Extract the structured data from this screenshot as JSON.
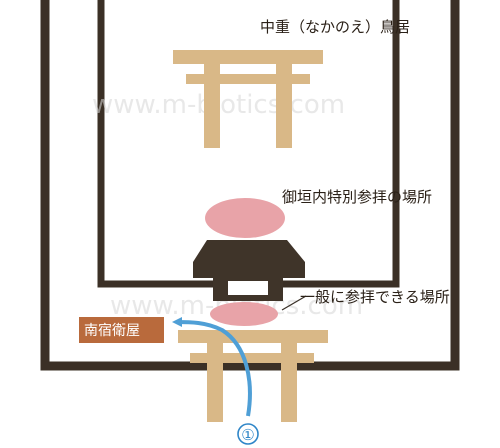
{
  "labels": {
    "naka_torii": "中重（なかのえ）鳥居",
    "goshinai": "御垣内特別参拝の場所",
    "ippan": "一般に参拝できる場所",
    "minami_shukueiya": "南宿衛屋",
    "route_number": "①"
  },
  "watermark": "www.m-biotics.com",
  "colors": {
    "wall": "#3b3026",
    "torii": "#d9b887",
    "shrine_dark": "#3f3429",
    "ellipse_pink": "#e8a3a8",
    "badge_fill": "#b96a3c",
    "arrow_blue": "#4f9fd6",
    "callout_line": "#3a3128",
    "background": "#ffffff"
  },
  "icons": {
    "torii_gate": "torii-gate-icon",
    "route_arrow": "curved-arrow-icon"
  }
}
